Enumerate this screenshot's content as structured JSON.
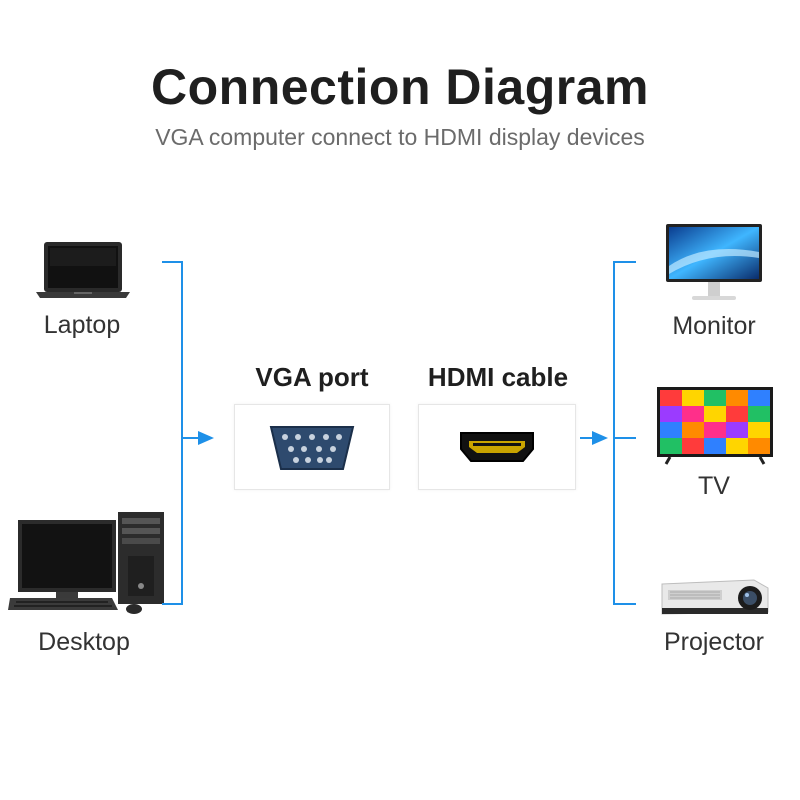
{
  "title": "Connection Diagram",
  "subtitle": "VGA computer connect to HDMI display devices",
  "sources": [
    {
      "label": "Laptop",
      "icon": "laptop-icon"
    },
    {
      "label": "Desktop",
      "icon": "desktop-computer-icon"
    }
  ],
  "middle": {
    "vga_label": "VGA port",
    "vga_icon": "vga-port-icon",
    "hdmi_label": "HDMI cable",
    "hdmi_icon": "hdmi-connector-icon"
  },
  "displays": [
    {
      "label": "Monitor",
      "icon": "monitor-icon"
    },
    {
      "label": "TV",
      "icon": "tv-icon"
    },
    {
      "label": "Projector",
      "icon": "projector-icon"
    }
  ],
  "colors": {
    "accent": "#1e90e8",
    "title": "#1f1f1f",
    "subtitle": "#6b6b6b"
  }
}
